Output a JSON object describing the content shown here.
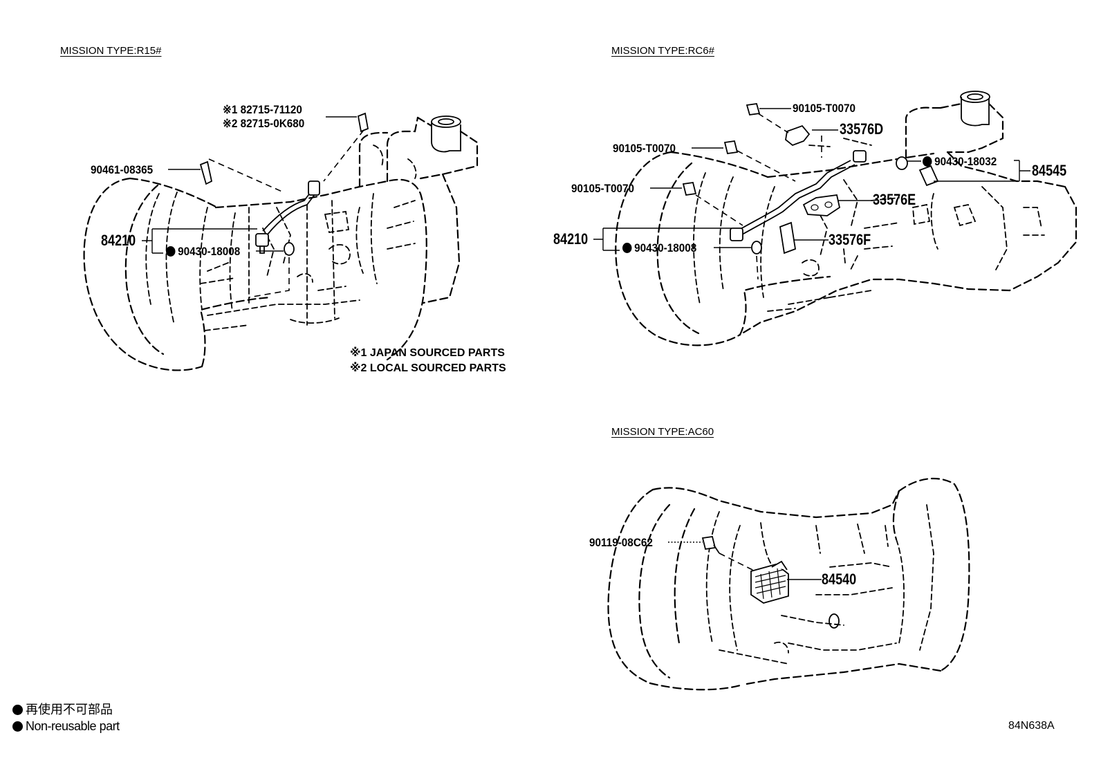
{
  "sections": [
    {
      "header": "MISSION TYPE:R15#",
      "callouts": {
        "sensor_1": "※1 82715-71120",
        "sensor_2": "※2 82715-0K680",
        "clamp": "90461-08365",
        "switch": "84210",
        "gasket": "90430-18008"
      },
      "notes": [
        "※1 JAPAN SOURCED PARTS",
        "※2 LOCAL SOURCED PARTS"
      ]
    },
    {
      "header": "MISSION TYPE:RC6#",
      "callouts": {
        "bolt_top": "90105-T0070",
        "bracket_d": "33576D",
        "bolt_mid": "90105-T0070",
        "gasket_right": "90430-18032",
        "switch_right": "84545",
        "bolt_low": "90105-T0070",
        "bracket_e": "33576E",
        "switch": "84210",
        "bracket_f": "33576F",
        "gasket": "90430-18008"
      }
    },
    {
      "header": "MISSION TYPE:AC60",
      "callouts": {
        "bolt": "90119-08C62",
        "switch": "84540"
      }
    }
  ],
  "legend": {
    "jp": "再使用不可部品",
    "en": "Non-reusable part"
  },
  "figure_id": "84N638A"
}
